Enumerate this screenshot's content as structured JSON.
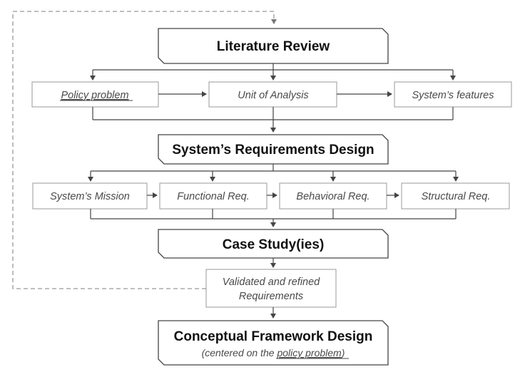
{
  "nodes": {
    "literature_review": "Literature Review",
    "policy_problem": "Policy problem",
    "unit_of_analysis": "Unit of Analysis",
    "systems_features": "System’s features",
    "systems_requirements_design": "System’s Requirements Design",
    "systems_mission": "System’s Mission",
    "functional_req": "Functional Req.",
    "behavioral_req": "Behavioral Req.",
    "structural_req": "Structural Req.",
    "case_studies": "Case Study(ies)",
    "validated_line1": "Validated and refined",
    "validated_line2": "Requirements",
    "conceptual_framework": "Conceptual Framework Design",
    "conceptual_sub_prefix": "(centered on the ",
    "conceptual_sub_link": "policy problem",
    "conceptual_sub_suffix": ")"
  },
  "colors": {
    "stroke": "#444444",
    "sub_stroke": "#999999",
    "dashed": "#999999",
    "title_text": "#111111",
    "sub_text": "#4a4a4a"
  }
}
